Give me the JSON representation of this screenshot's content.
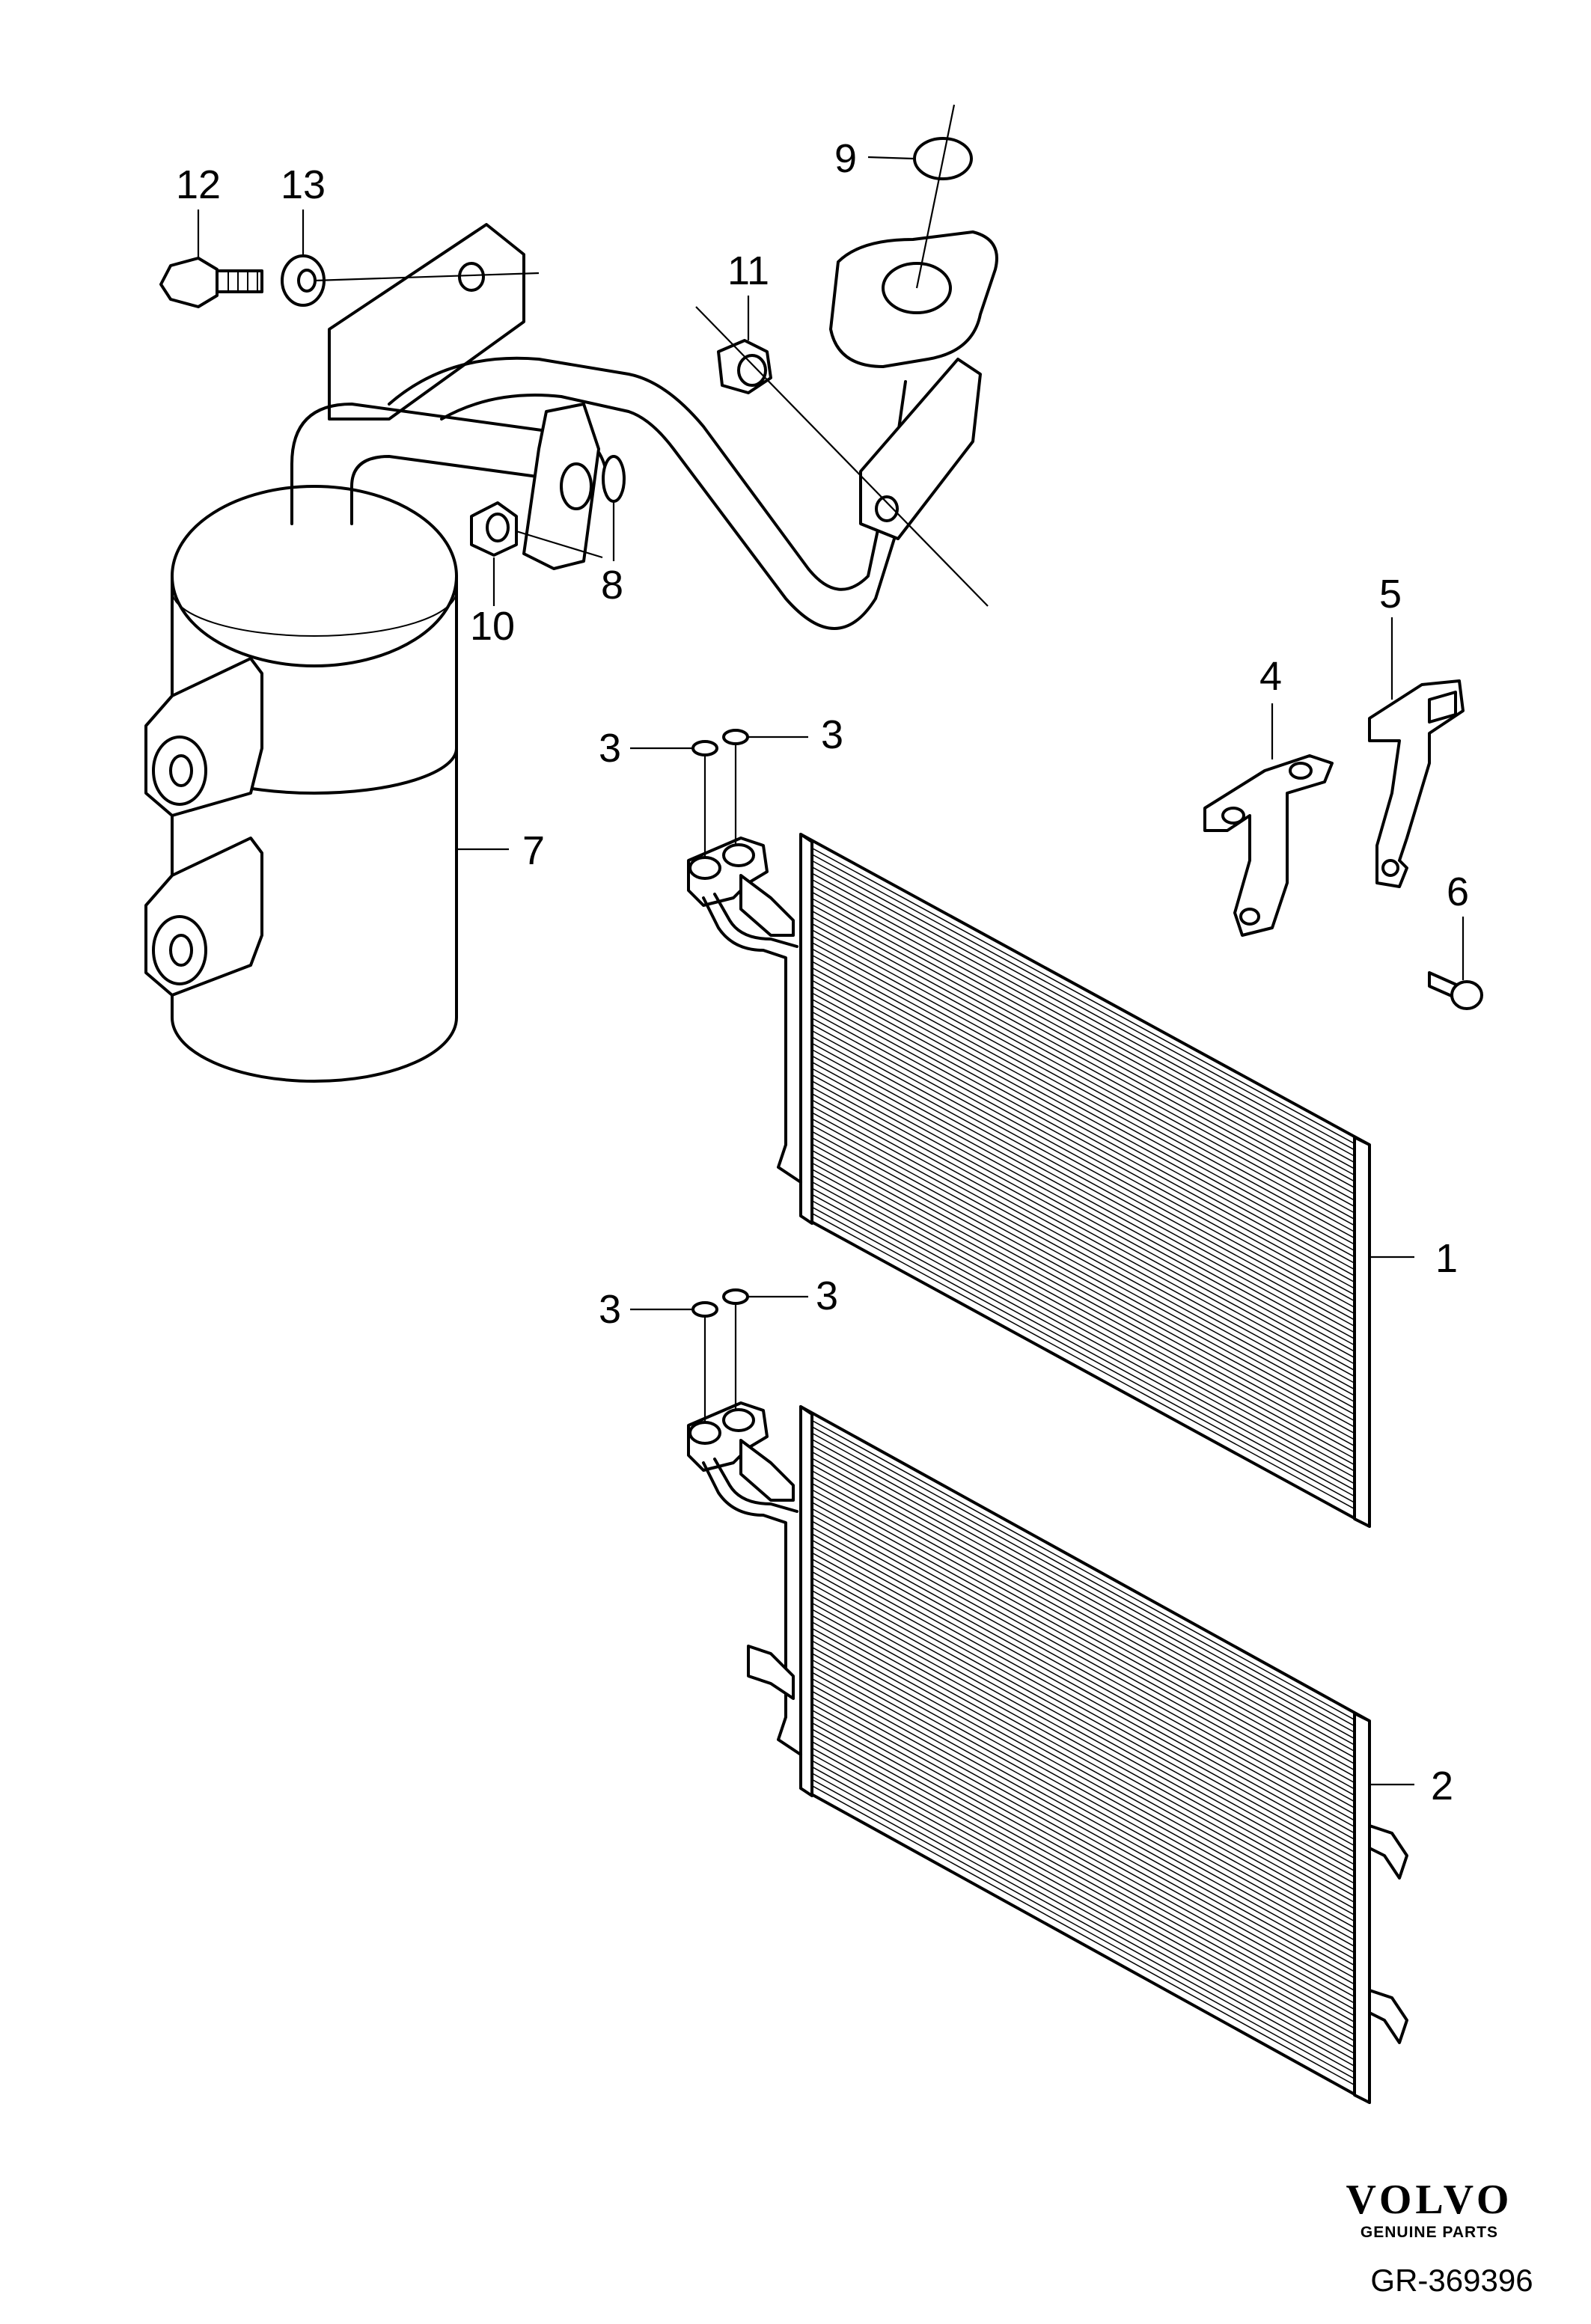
{
  "callouts": [
    {
      "id": "12",
      "label": "12"
    },
    {
      "id": "13",
      "label": "13"
    },
    {
      "id": "9",
      "label": "9"
    },
    {
      "id": "11",
      "label": "11"
    },
    {
      "id": "10",
      "label": "10"
    },
    {
      "id": "8",
      "label": "8"
    },
    {
      "id": "7",
      "label": "7"
    },
    {
      "id": "5",
      "label": "5"
    },
    {
      "id": "4",
      "label": "4"
    },
    {
      "id": "6",
      "label": "6"
    },
    {
      "id": "3a",
      "label": "3"
    },
    {
      "id": "3b",
      "label": "3"
    },
    {
      "id": "3c",
      "label": "3"
    },
    {
      "id": "3d",
      "label": "3"
    },
    {
      "id": "1",
      "label": "1"
    },
    {
      "id": "2",
      "label": "2"
    }
  ],
  "brand": {
    "name": "VOLVO",
    "subtitle": "GENUINE PARTS"
  },
  "reference": "GR-369396"
}
